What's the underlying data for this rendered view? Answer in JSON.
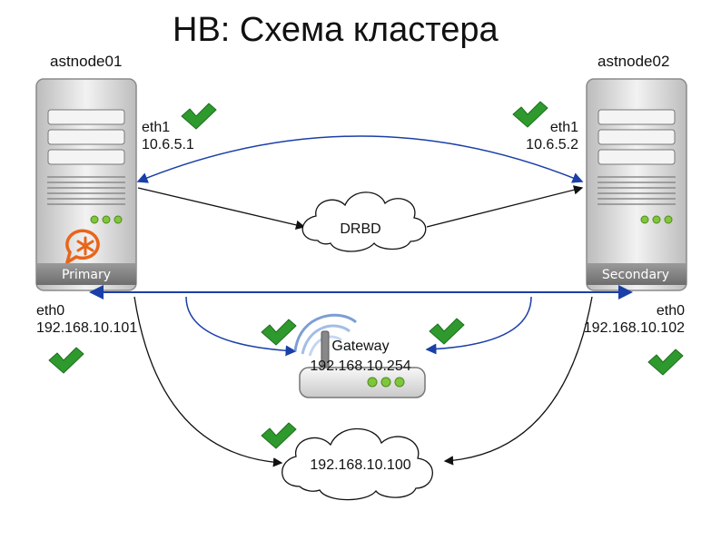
{
  "title": "HB: Схема кластера",
  "nodes": [
    {
      "name": "astnode01",
      "role": "Primary",
      "eth1_label": "eth1",
      "eth1_ip": "10.6.5.1",
      "eth0_label": "eth0",
      "eth0_ip": "192.168.10.101"
    },
    {
      "name": "astnode02",
      "role": "Secondary",
      "eth1_label": "eth1",
      "eth1_ip": "10.6.5.2",
      "eth0_label": "eth0",
      "eth0_ip": "192.168.10.102"
    }
  ],
  "drbd_label": "DRBD",
  "gateway": {
    "label": "Gateway",
    "ip": "192.168.10.254"
  },
  "vip_label": "192.168.10.100",
  "colors": {
    "check": "#2e9a2e",
    "blue_link": "#1a3fa8",
    "black_link": "#111111",
    "logo_orange": "#e8651a",
    "server_body": "#d8d8d8"
  }
}
